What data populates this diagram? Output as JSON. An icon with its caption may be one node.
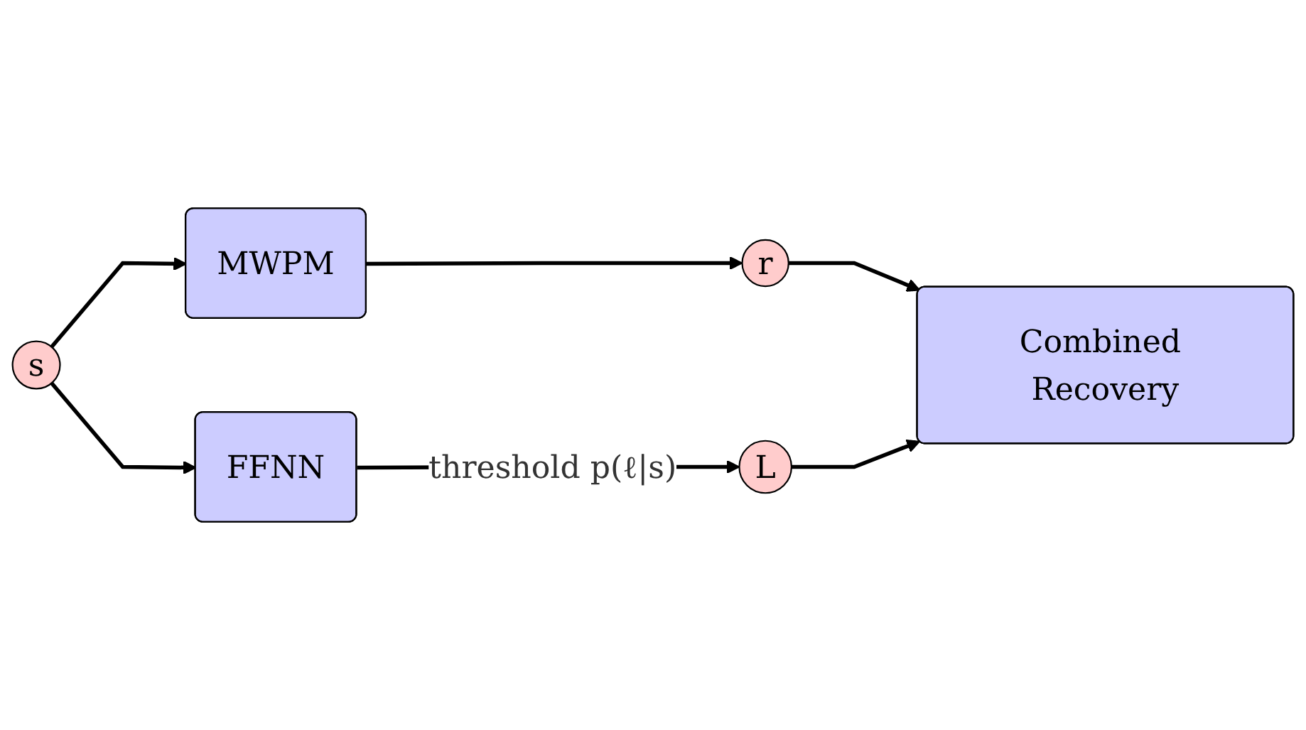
{
  "diagram": {
    "nodes": [
      {
        "text": [
          "s"
        ]
      },
      {
        "text": [
          "MWPM"
        ]
      },
      {
        "text": [
          "FFNN"
        ]
      },
      {
        "text": [
          "r"
        ]
      },
      {
        "text": [
          "L"
        ]
      },
      {
        "text": [
          "Combined Recovery"
        ]
      }
    ],
    "edges": [
      {
        "from": 0,
        "to": 1,
        "arrow": "to"
      },
      {
        "from": 0,
        "to": 2,
        "arrow": "to"
      },
      {
        "from": 1,
        "to": 3,
        "arrow": "to"
      },
      {
        "from": 2,
        "to": 4,
        "arrow": "to",
        "label": "threshold p(ℓ|s)"
      },
      {
        "from": 3,
        "to": 5,
        "arrow": "to"
      },
      {
        "from": 4,
        "to": 5,
        "arrow": "to"
      }
    ]
  }
}
